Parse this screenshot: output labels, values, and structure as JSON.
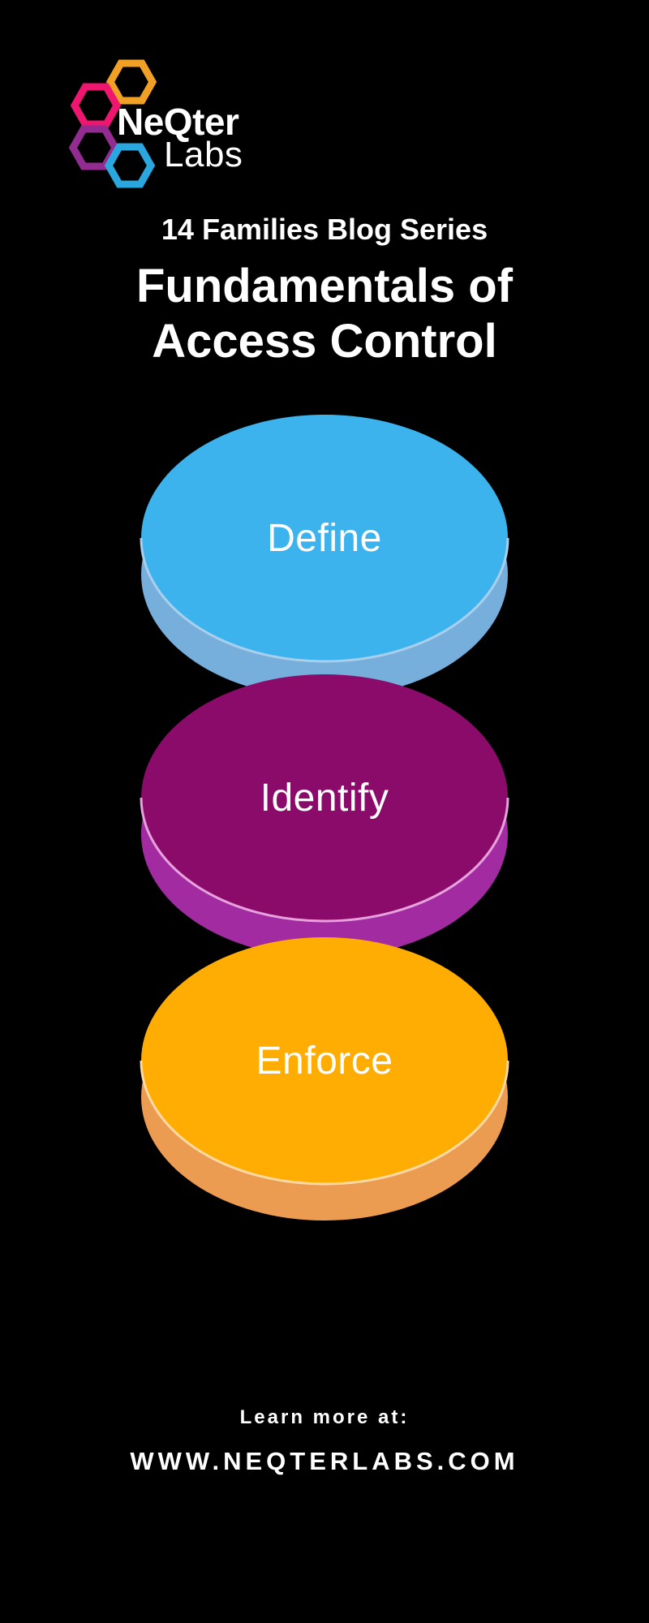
{
  "logo": {
    "brand_line1": "NeQter",
    "brand_line2": "Labs",
    "hex_colors": {
      "orange": "#F0A125",
      "pink": "#EF1670",
      "purple": "#922C90",
      "blue": "#2AA7DF"
    }
  },
  "header": {
    "series": "14 Families Blog Series",
    "title_line1": "Fundamentals of",
    "title_line2": "Access Control"
  },
  "diagram": {
    "discs": [
      {
        "label": "Define",
        "top_color": "#3CB3ED",
        "rim_color": "#76AEDC",
        "edge_color": "#A9CFEC"
      },
      {
        "label": "Identify",
        "top_color": "#8A0B69",
        "rim_color": "#A22BA2",
        "edge_color": "#E7A2DE"
      },
      {
        "label": "Enforce",
        "top_color": "#FFAC03",
        "rim_color": "#EC9C51",
        "edge_color": "#FFD9A4"
      }
    ]
  },
  "footer": {
    "learn_more": "Learn more at:",
    "website": "WWW.NEQTERLABS.COM"
  },
  "colors": {
    "background": "#000000",
    "text": "#FFFFFF"
  }
}
